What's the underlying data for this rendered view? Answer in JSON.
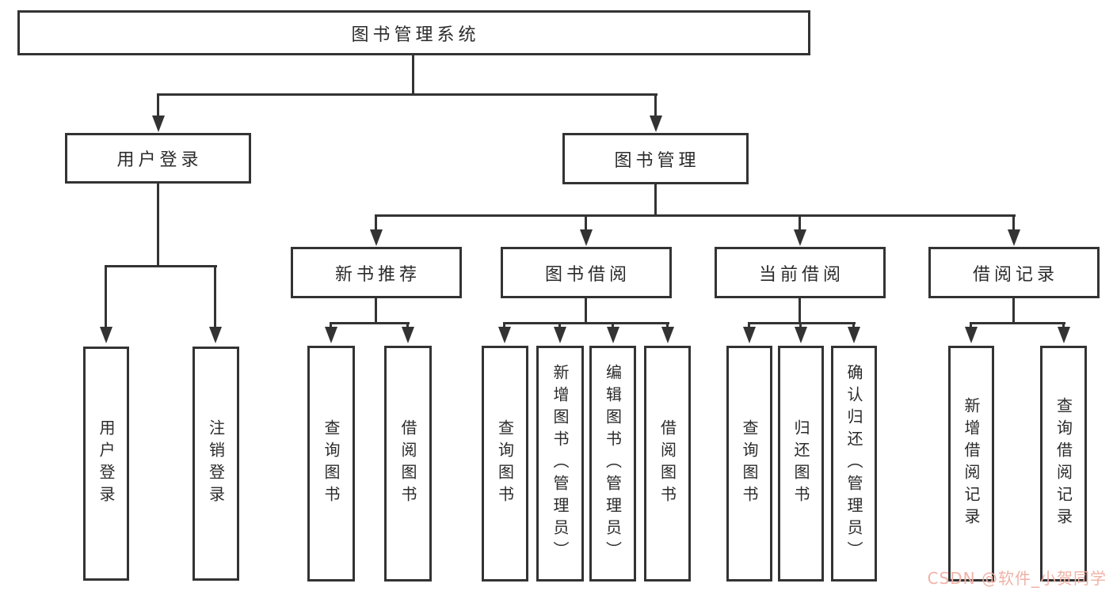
{
  "diagram": {
    "root": {
      "label": "图书管理系统"
    },
    "branches": [
      {
        "label": "用户登录",
        "children": [
          {
            "label": "用户登录"
          },
          {
            "label": "注销登录"
          }
        ]
      },
      {
        "label": "图书管理",
        "children": [
          {
            "label": "新书推荐",
            "children": [
              {
                "label": "查询图书"
              },
              {
                "label": "借阅图书"
              }
            ]
          },
          {
            "label": "图书借阅",
            "children": [
              {
                "label": "查询图书"
              },
              {
                "label": "新增图书（管理员）"
              },
              {
                "label": "编辑图书（管理员）"
              },
              {
                "label": "借阅图书"
              }
            ]
          },
          {
            "label": "当前借阅",
            "children": [
              {
                "label": "查询图书"
              },
              {
                "label": "归还图书"
              },
              {
                "label": "确认归还（管理员）"
              }
            ]
          },
          {
            "label": "借阅记录",
            "children": [
              {
                "label": "新增借阅记录"
              },
              {
                "label": "查询借阅记录"
              }
            ]
          }
        ]
      }
    ]
  },
  "watermark": {
    "text": "CSDN @软件_小贺同学",
    "color": "#f0b2a6"
  },
  "colors": {
    "line": "#333333",
    "text": "#2b2b2b",
    "background": "#ffffff"
  }
}
